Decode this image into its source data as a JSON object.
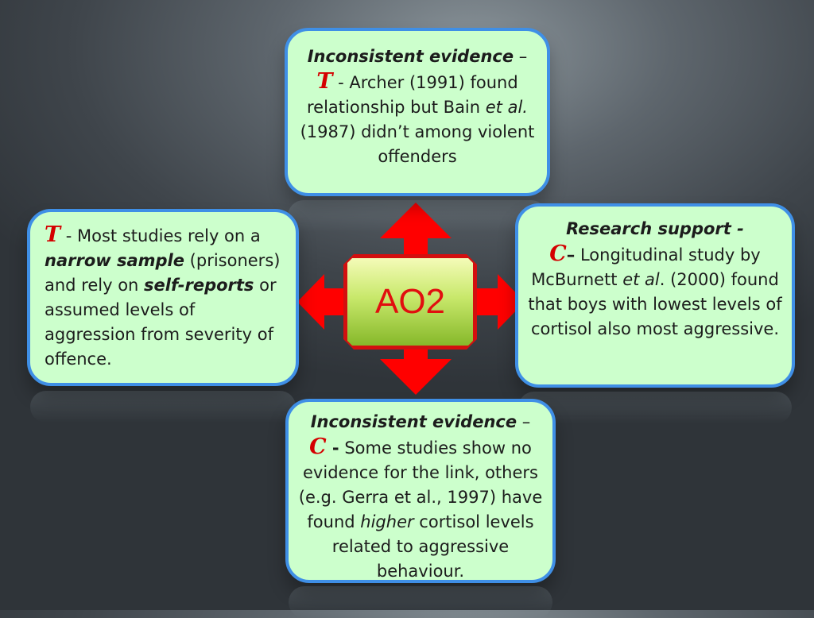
{
  "center": {
    "label": "AO2"
  },
  "colors": {
    "box_fill": "#ccffcc",
    "box_border": "#3f8fe6",
    "arrow": "#ff0000",
    "marker": "#d40000"
  },
  "top": {
    "heading": "Inconsistent evidence",
    "dash": " –",
    "marker": "T",
    "text1": " - Archer (1991) found relationship but Bain ",
    "etal": "et al.",
    "text2": " (1987) didn’t among violent offenders"
  },
  "left": {
    "marker": "T",
    "text1": " - Most studies rely on a ",
    "emph1": "narrow sample",
    "text2": " (prisoners) and rely on ",
    "emph2": "self-reports",
    "text3": " or assumed levels of aggression from severity of offence."
  },
  "right": {
    "heading": "Research support -",
    "marker": "C",
    "dash": "–",
    "text1": " Longitudinal study by McBurnett ",
    "etal": "et al",
    "text2": ". (2000) found that boys with lowest levels of cortisol also most aggressive."
  },
  "bottom": {
    "heading": "Inconsistent evidence",
    "dash": " –",
    "marker": "C",
    "dash2": " -",
    "text1": " Some studies show no evidence for the link, others (e.g. Gerra et al., 1997) have found ",
    "emph": "higher",
    "text2": " cortisol levels related to aggressive behaviour."
  }
}
